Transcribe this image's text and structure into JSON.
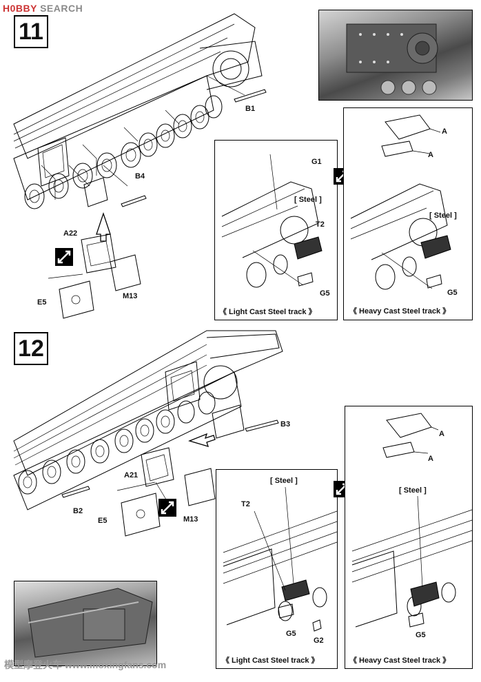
{
  "header": {
    "logo_hobby": "H0BBY",
    "logo_search": "SEARCH"
  },
  "steps": [
    {
      "number": "11"
    },
    {
      "number": "12"
    }
  ],
  "step11": {
    "part_labels": {
      "b1": "B1",
      "b4": "B4",
      "a22": "A22",
      "e5": "E5",
      "m13": "M13"
    },
    "light_panel": {
      "g1": "G1",
      "steel": "[ Steel ]",
      "t2": "T2",
      "g5": "G5",
      "caption": "《  Light Cast Steel track  》"
    },
    "heavy_panel": {
      "a_top": "A",
      "a_bottom": "A",
      "steel": "[ Steel ]",
      "g5": "G5",
      "caption": "《  Heavy Cast Steel track  》"
    }
  },
  "step12": {
    "part_labels": {
      "b3": "B3",
      "b2": "B2",
      "a21": "A21",
      "e5": "E5",
      "m13": "M13"
    },
    "light_panel": {
      "steel": "[ Steel ]",
      "t2": "T2",
      "g5": "G5",
      "g2": "G2",
      "caption": "《  Light Cast Steel track  》"
    },
    "heavy_panel": {
      "a_top": "A",
      "a_bottom": "A",
      "steel": "[ Steel ]",
      "g5": "G5",
      "caption": "《  Heavy Cast Steel track  》"
    }
  },
  "footer": {
    "watermark": "模型摩登火车  www.moxingfans.com"
  }
}
